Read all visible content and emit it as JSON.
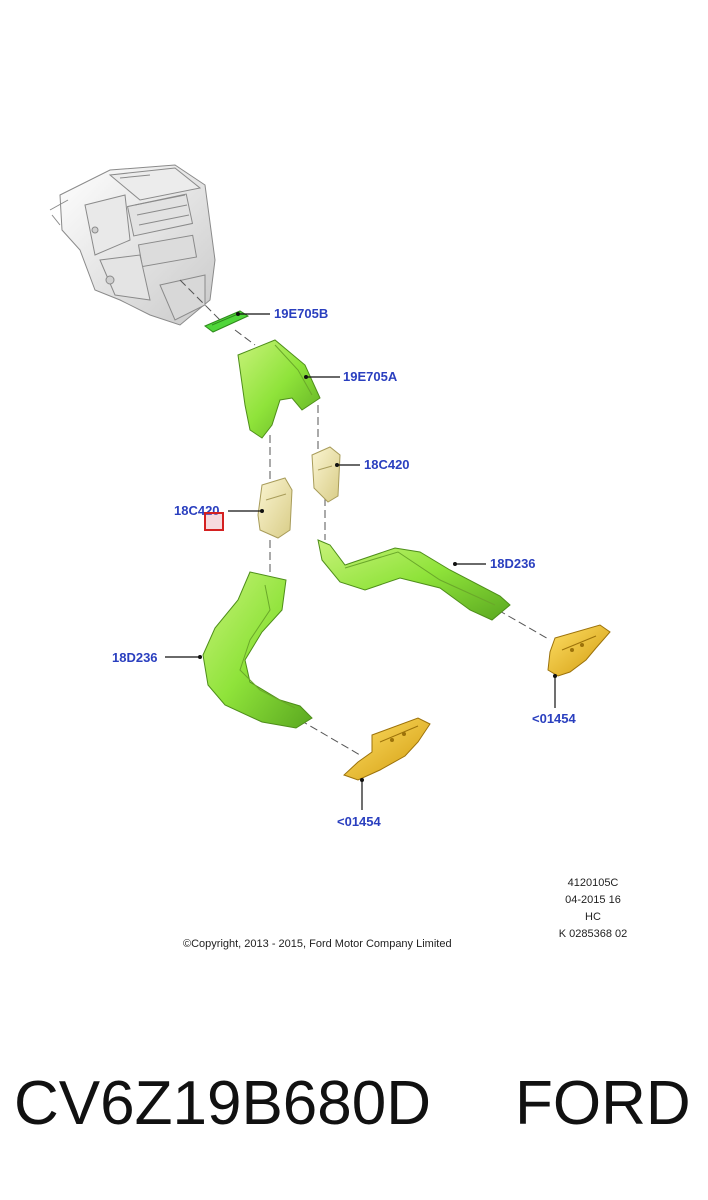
{
  "callouts": {
    "adaptor_top": "19E705B",
    "adaptor_main": "19E705A",
    "connector_right": "18C420",
    "connector_left": "18C420",
    "duct_right": "18D236",
    "duct_left": "18D236",
    "outlet_right": "<01454",
    "outlet_left": "<01454"
  },
  "meta": {
    "line1": "4120105C",
    "line2": "04-2015 16",
    "line3": "HC",
    "line4": "K 0285368 02"
  },
  "copyright": "©Copyright, 2013 - 2015, Ford Motor Company Limited",
  "footer": {
    "part_number": "CV6Z19B680D",
    "brand": "FORD"
  },
  "colors": {
    "callout_text": "#2a3fbf",
    "green_part": "#8fe33a",
    "bright_green_part": "#4fd63a",
    "tan_part": "#efe6a6",
    "yellow_part": "#f2c21a",
    "highlight": "#d42020"
  }
}
